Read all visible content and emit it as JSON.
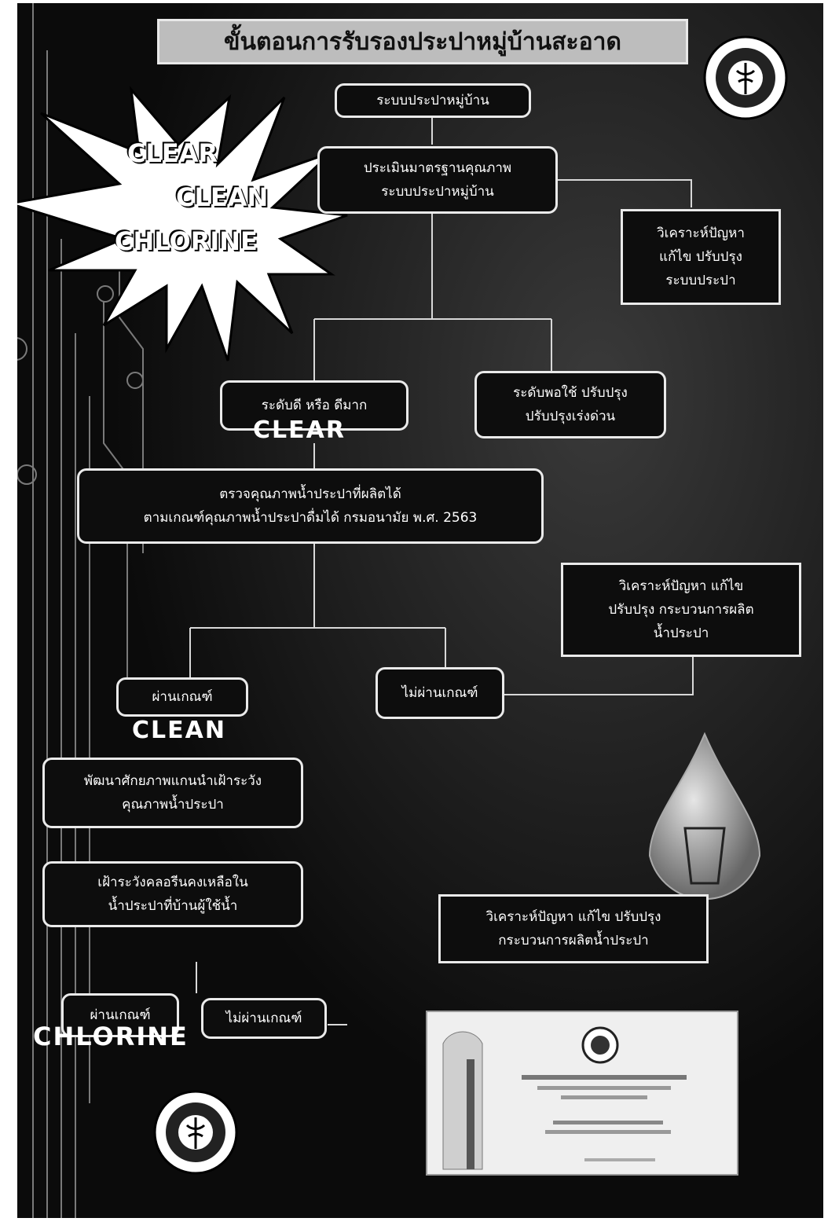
{
  "title": "ขั้นตอนการรับรองประปาหมู่บ้านสะอาด",
  "burst": {
    "line1": "CLEAR",
    "line2": "CLEAN",
    "line3": "CHLORINE"
  },
  "nodes": {
    "village_system": "ระบบประปาหมู่บ้าน",
    "assess": "ประเมินมาตรฐานคุณภาพ\nระบบประปาหมู่บ้าน",
    "analyze_system": "วิเคราะห์ปัญหา\nแก้ไข ปรับปรุง\nระบบประปา",
    "good": "ระดับดี หรือ ดีมาก",
    "fair": "ระดับพอใช้ ปรับปรุง\nปรับปรุงเร่งด่วน",
    "check_quality": "ตรวจคุณภาพน้ำประปาที่ผลิตได้\nตามเกณฑ์คุณภาพน้ำประปาดื่มได้ กรมอนามัย พ.ศ. 2563",
    "analyze_process_1": "วิเคราะห์ปัญหา แก้ไข\nปรับปรุง กระบวนการผลิต\nน้ำประปา",
    "pass_1": "ผ่านเกณฑ์",
    "fail_1": "ไม่ผ่านเกณฑ์",
    "develop_leaders": "พัฒนาศักยภาพแกนนำเฝ้าระวัง\nคุณภาพน้ำประปา",
    "monitor_chlorine": "เฝ้าระวังคลอรีนคงเหลือใน\nน้ำประปาที่บ้านผู้ใช้น้ำ",
    "analyze_process_2": "วิเคราะห์ปัญหา แก้ไข ปรับปรุง\nกระบวนการผลิตน้ำประปา",
    "pass_2": "ผ่านเกณฑ์",
    "fail_2": "ไม่ผ่านเกณฑ์"
  },
  "stamps": {
    "clear": "CLEAR",
    "clean": "CLEAN",
    "chlorine": "CHLORINE"
  },
  "colors": {
    "background": "#111111",
    "box_border": "#eaeaea",
    "title_bg": "#bdbdbd",
    "text": "#ffffff"
  },
  "icons": [
    "health-department-logo-icon",
    "water-drop-icon",
    "certificate-image"
  ]
}
